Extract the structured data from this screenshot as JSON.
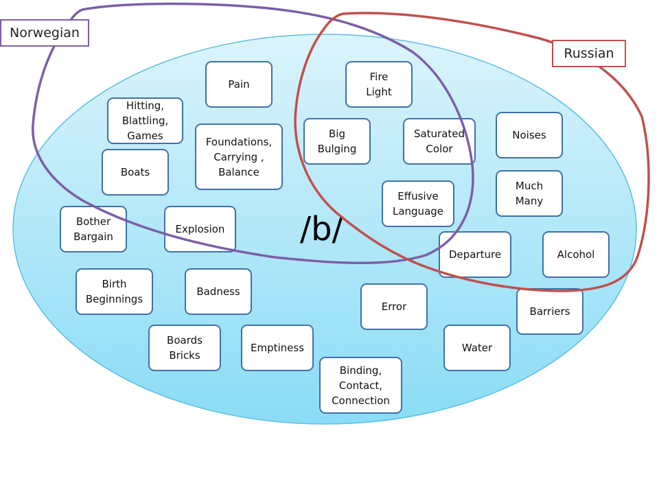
{
  "center_label": "/b/",
  "language_labels": {
    "norwegian": "Norwegian",
    "russian": "Russian"
  },
  "colors": {
    "norwegian": "#7b5ea7",
    "russian": "#c0504d",
    "node_border": "#3f70a8",
    "ellipse_fill_top": "#dbf4fb",
    "ellipse_fill_bottom": "#8adcf6"
  },
  "nodes": [
    "Pain",
    "Fire\nLight",
    "Hitting,\nBlattling,\nGames",
    "Foundations,\nCarrying ,\nBalance",
    "Big\nBulging",
    "Saturated\nColor",
    "Noises",
    "Boats",
    "Effusive\nLanguage",
    "Much\nMany",
    "Bother\nBargain",
    "Explosion",
    "Departure",
    "Alcohol",
    "Birth\nBeginnings",
    "Badness",
    "Error",
    "Barriers",
    "Boards\nBricks",
    "Emptiness",
    "Water",
    "Binding,\nContact,\nConnection"
  ]
}
